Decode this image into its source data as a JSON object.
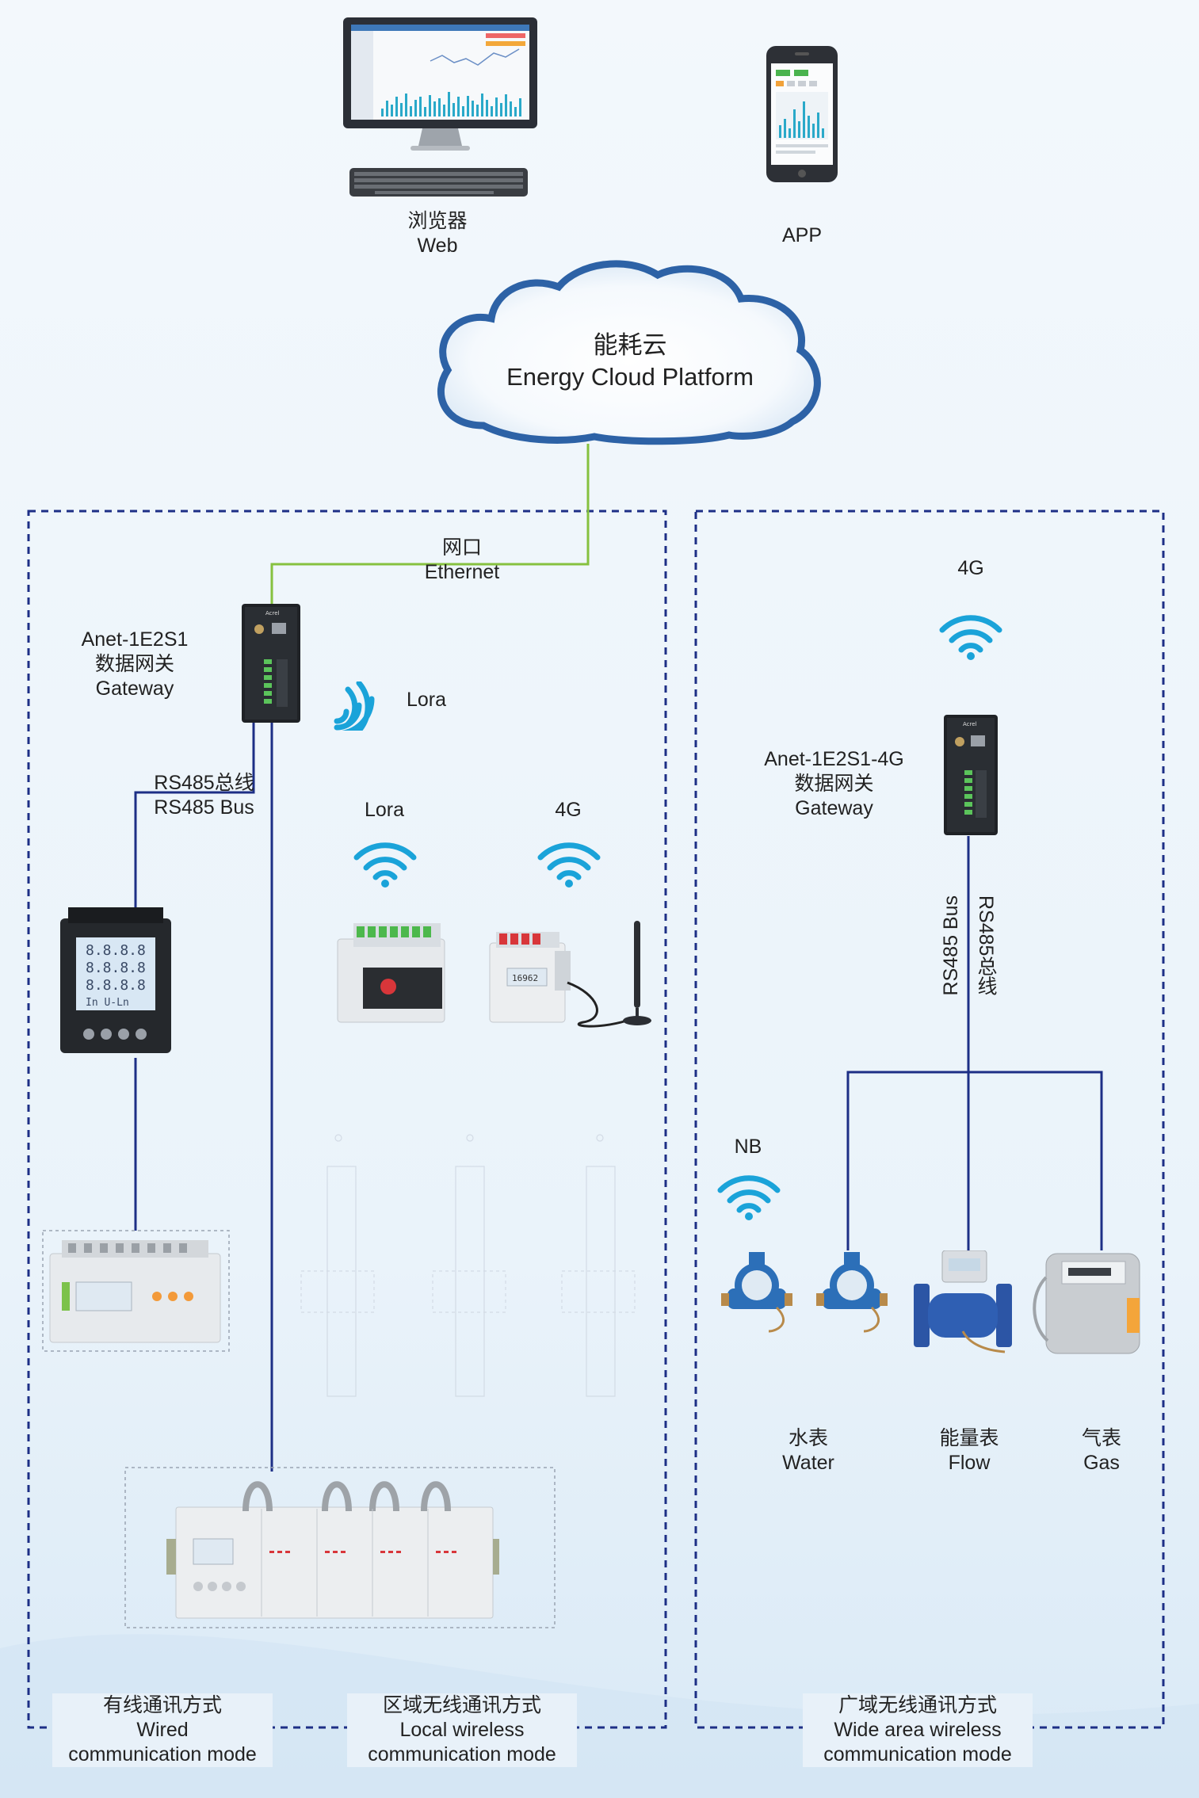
{
  "clients": {
    "web": {
      "cn": "浏览器",
      "en": "Web"
    },
    "app": {
      "label": "APP"
    }
  },
  "cloud": {
    "cn": "能耗云",
    "en": "Energy Cloud Platform"
  },
  "ethernet": {
    "cn": "网口",
    "en": "Ethernet"
  },
  "gateway_left": {
    "model": "Anet-1E2S1",
    "cn": "数据网关",
    "en": "Gateway"
  },
  "gateway_right": {
    "model": "Anet-1E2S1-4G",
    "cn": "数据网关",
    "en": "Gateway"
  },
  "rs485_left": {
    "cn": "RS485总线",
    "en": "RS485 Bus"
  },
  "rs485_right": {
    "cn": "RS485总线",
    "en": "RS485 Bus"
  },
  "wireless": {
    "lora_gateway": "Lora",
    "lora_meter": "Lora",
    "g4_meter": "4G",
    "g4_top": "4G",
    "nb": "NB"
  },
  "meters": {
    "water": {
      "cn": "水表",
      "en": "Water"
    },
    "flow": {
      "cn": "能量表",
      "en": "Flow"
    },
    "gas": {
      "cn": "气表",
      "en": "Gas"
    }
  },
  "modes": {
    "wired": {
      "cn": "有线通讯方式",
      "en1": "Wired",
      "en2": "communication mode"
    },
    "local": {
      "cn": "区域无线通讯方式",
      "en1": "Local wireless",
      "en2": "communication mode"
    },
    "wide": {
      "cn": "广域无线通讯方式",
      "en1": "Wide area wireless",
      "en2": "communication mode"
    }
  },
  "colors": {
    "bus_line": "#1d2f86",
    "ethernet_line": "#86c13f",
    "dashed_box": "#1d2f86",
    "wifi": "#1aa3d9",
    "cloud_border": "#2d62a6"
  }
}
